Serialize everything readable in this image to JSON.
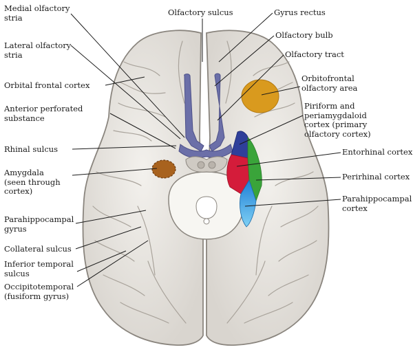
{
  "labels": {
    "medial_olfactory_stria": "Medial olfactory\nstria",
    "lateral_olfactory_stria": "Lateral olfactory\nstria",
    "orbital_frontal_cortex": "Orbital frontal cortex",
    "anterior_perforated_substance": "Anterior perforated\nsubstance",
    "rhinal_sulcus": "Rhinal sulcus",
    "amygdala": "Amygdala\n(seen through\ncortex)",
    "parahippocampal_gyrus": "Parahippocampal\ngyrus",
    "collateral_sulcus": "Collateral sulcus",
    "inferior_temporal_sulcus": "Inferior temporal\nsulcus",
    "occipitotemporal": "Occipitotemporal\n(fusiform gyrus)",
    "olfactory_sulcus": "Olfactory sulcus",
    "gyrus_rectus": "Gyrus rectus",
    "olfactory_bulb": "Olfactory bulb",
    "olfactory_tract": "Olfactory tract",
    "orbitofrontal_olfactory_area": "Orbitofrontal\nolfactory area",
    "piriform": "Piriform and\nperiamygdaloid\ncortex (primary\nolfactory cortex)",
    "entorhinal_cortex": "Entorhinal cortex",
    "perirhinal_cortex": "Perirhinal cortex",
    "parahippocampal_cortex": "Parahippocampal\ncortex"
  },
  "colors": {
    "brain_fill": "#e9e6e1",
    "brain_outline": "#8a857e",
    "olfactory_tract": "#6b6fa8",
    "orbitofrontal_area": "#d99a1e",
    "amygdala": "#a8621e",
    "piriform": "#2f3f9a",
    "entorhinal": "#d41c3a",
    "perirhinal": "#3aa43a",
    "parahippocampal": "#2a8ad8"
  }
}
